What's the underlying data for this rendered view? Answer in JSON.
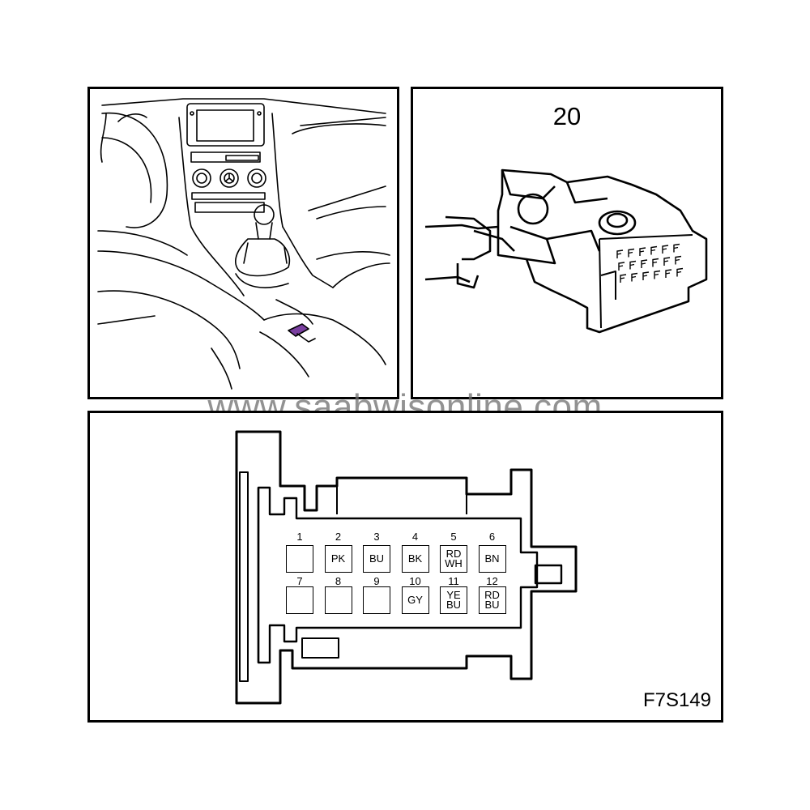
{
  "connector_number": "20",
  "figure_code": "F7S149",
  "watermark": "www.saabwisonline.com",
  "pins": [
    {
      "num": "1",
      "color": []
    },
    {
      "num": "2",
      "color": [
        "PK"
      ]
    },
    {
      "num": "3",
      "color": [
        "BU"
      ]
    },
    {
      "num": "4",
      "color": [
        "BK"
      ]
    },
    {
      "num": "5",
      "color": [
        "RD",
        "WH"
      ]
    },
    {
      "num": "6",
      "color": [
        "BN"
      ]
    },
    {
      "num": "7",
      "color": []
    },
    {
      "num": "8",
      "color": []
    },
    {
      "num": "9",
      "color": []
    },
    {
      "num": "10",
      "color": [
        "GY"
      ]
    },
    {
      "num": "11",
      "color": [
        "YE",
        "BU"
      ]
    },
    {
      "num": "12",
      "color": [
        "RD",
        "BU"
      ]
    }
  ],
  "colors": {
    "line": "#000000",
    "highlight": "#7a3fa0"
  }
}
